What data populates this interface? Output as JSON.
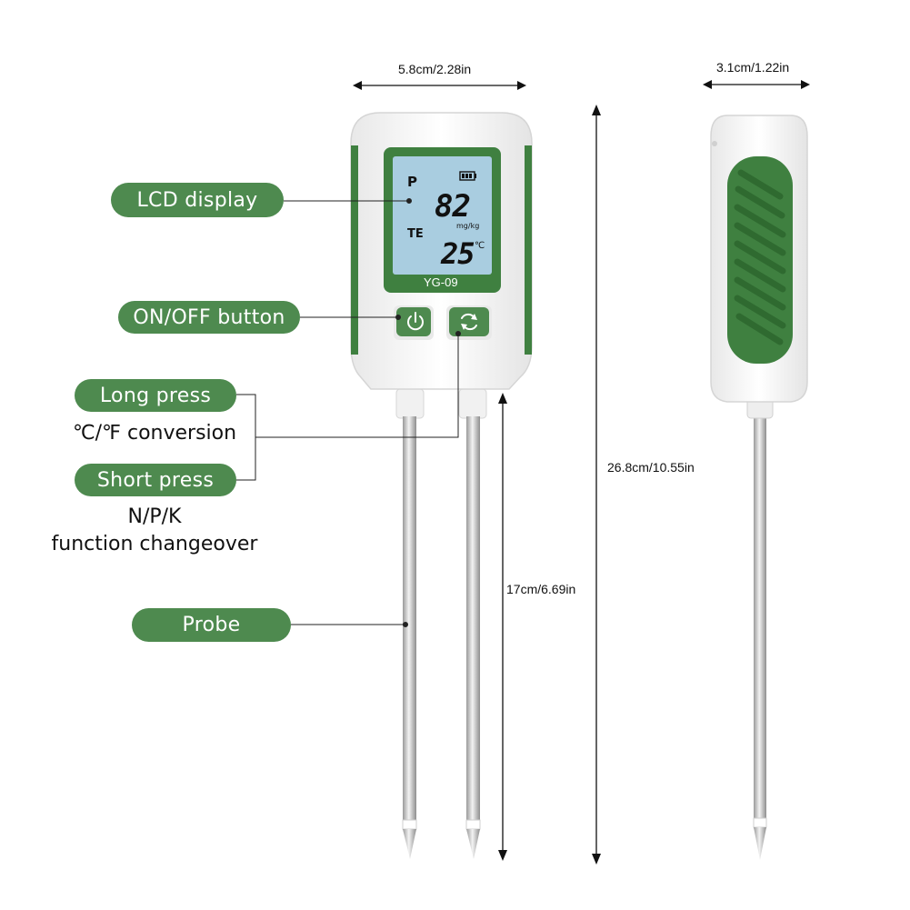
{
  "callouts": {
    "lcd": "LCD display",
    "power": "ON/OFF button",
    "long_press": "Long press",
    "temp_conversion": "℃/℉ conversion",
    "short_press": "Short press",
    "npk": "N/P/K",
    "function_changeover": "function changeover",
    "probe": "Probe"
  },
  "dimensions": {
    "front_width": "5.8cm/2.28in",
    "side_width": "3.1cm/1.22in",
    "total_length": "26.8cm/10.55in",
    "probe_length": "17cm/6.69in"
  },
  "lcd": {
    "mode": "P",
    "value": "82",
    "unit": "mg/kg",
    "temp_label": "TE",
    "temp_value": "25",
    "temp_unit": "℃"
  },
  "model": "YG-09",
  "colors": {
    "accent": "#4e8a4f",
    "lcd_bg": "#a9cde0",
    "body": "#f4f4f4",
    "probe": "#c9c9c9"
  },
  "icons": [
    "power-icon",
    "cycle-icon",
    "battery-icon"
  ]
}
